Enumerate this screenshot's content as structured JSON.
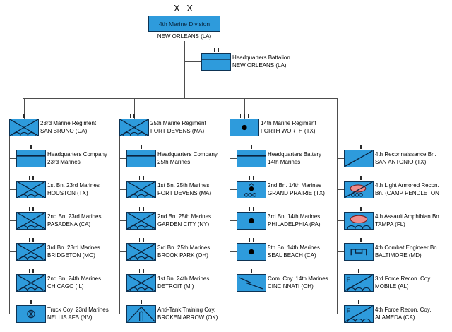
{
  "colors": {
    "box_fill": "#2E9BDC",
    "box_border": "#0D3354",
    "symbol_stroke": "#0A2440",
    "armor_fill": "#EE8C8C",
    "armor_stroke": "#7A1F1F",
    "line": "#4D4D4D"
  },
  "division": {
    "echelon_label": "X X",
    "name": "4th Marine Division",
    "location": "NEW ORLEANS (LA)"
  },
  "hq_battalion": {
    "line1": "Headquarters Battalion",
    "line2": "NEW ORLEANS (LA)",
    "symbol": "hq",
    "echelon": 2
  },
  "columns": [
    {
      "units": [
        {
          "line1": "23rd Marine Regiment",
          "line2": "SAN BRUNO (CA)",
          "symbol": "infantry",
          "echelon": 3
        },
        {
          "line1": "Headquarters Company",
          "line2": "23rd Marines",
          "symbol": "hq",
          "echelon": 1
        },
        {
          "line1": "1st Bn. 23rd Marines",
          "line2": "HOUSTON (TX)",
          "symbol": "infantry",
          "echelon": 2
        },
        {
          "line1": "2nd Bn. 23rd Marines",
          "line2": "PASADENA (CA)",
          "symbol": "infantry",
          "echelon": 2
        },
        {
          "line1": "3rd Bn. 23rd Marines",
          "line2": "BRIDGETON (MO)",
          "symbol": "infantry",
          "echelon": 2
        },
        {
          "line1": "2nd Bn. 24th Marines",
          "line2": "CHICAGO (IL)",
          "symbol": "infantry",
          "echelon": 2
        },
        {
          "line1": "Truck Coy. 23rd Marines",
          "line2": "NELLIS AFB (NV)",
          "symbol": "truck",
          "echelon": 1
        }
      ]
    },
    {
      "units": [
        {
          "line1": "25th Marine Regiment",
          "line2": "FORT DEVENS (MA)",
          "symbol": "infantry",
          "echelon": 3
        },
        {
          "line1": "Headquarters Company",
          "line2": "25th Marines",
          "symbol": "hq",
          "echelon": 1
        },
        {
          "line1": "1st Bn. 25th Marines",
          "line2": "FORT DEVENS (MA)",
          "symbol": "infantry",
          "echelon": 2
        },
        {
          "line1": "2nd Bn. 25th Marines",
          "line2": "GARDEN CITY (NY)",
          "symbol": "infantry",
          "echelon": 2
        },
        {
          "line1": "3rd Bn. 25th Marines",
          "line2": "BROOK PARK (OH)",
          "symbol": "infantry",
          "echelon": 2
        },
        {
          "line1": "1st Bn. 24th Marines",
          "line2": "DETROIT (MI)",
          "symbol": "infantry",
          "echelon": 2
        },
        {
          "line1": "Anti-Tank Training Coy.",
          "line2": "BROKEN ARROW (OK)",
          "symbol": "antitank",
          "echelon": 1
        }
      ]
    },
    {
      "units": [
        {
          "line1": "14th Marine Regiment",
          "line2": "FORTH WORTH (TX)",
          "symbol": "artillery",
          "echelon": 3
        },
        {
          "line1": "Headquarters Battery",
          "line2": "14th Marines",
          "symbol": "hq",
          "echelon": 1
        },
        {
          "line1": "2nd Bn. 14th Marines",
          "line2": "GRAND PRAIRIE (TX)",
          "symbol": "artillery_towed",
          "echelon": 2
        },
        {
          "line1": "3rd Bn. 14th Marines",
          "line2": "PHILADELPHIA (PA)",
          "symbol": "artillery",
          "echelon": 2
        },
        {
          "line1": "5th Bn. 14th Marines",
          "line2": "SEAL BEACH (CA)",
          "symbol": "artillery",
          "echelon": 2
        },
        {
          "line1": "Com. Coy. 14th Marines",
          "line2": "CINCINNATI (OH)",
          "symbol": "signal",
          "echelon": 1
        }
      ]
    },
    {
      "units": [
        {
          "line1": "4th Reconnaissance Bn.",
          "line2": "SAN ANTONIO (TX)",
          "symbol": "recon",
          "echelon": 2
        },
        {
          "line1": "4th Light Armored Recon.",
          "line2": "Bn. (CAMP PENDLETON",
          "symbol": "lar",
          "echelon": 2
        },
        {
          "line1": "4th Assault Amphibian Bn.",
          "line2": "TAMPA (FL)",
          "symbol": "aav",
          "echelon": 2
        },
        {
          "line1": "4th Combat Engineer Bn.",
          "line2": "BALTIMORE (MD)",
          "symbol": "engineer",
          "echelon": 2
        },
        {
          "line1": "3rd Force Recon. Coy.",
          "line2": "MOBILE (AL)",
          "symbol": "force_recon",
          "echelon": 1
        },
        {
          "line1": "4th Force Recon. Coy.",
          "line2": "ALAMEDA (CA)",
          "symbol": "force_recon",
          "echelon": 1
        }
      ]
    }
  ]
}
